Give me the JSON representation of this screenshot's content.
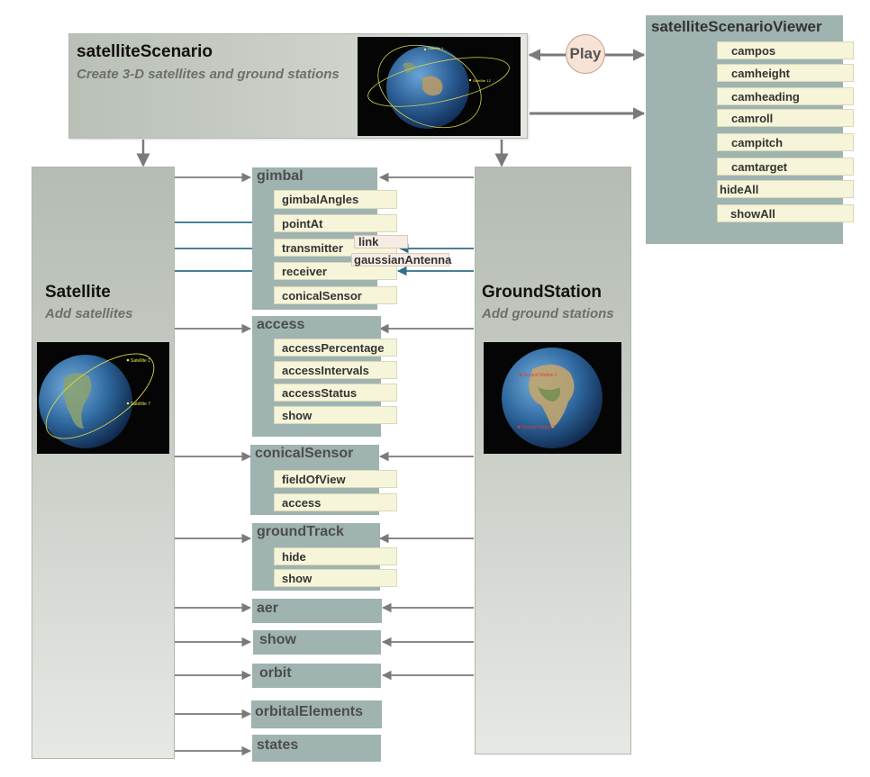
{
  "scenario": {
    "title": "satelliteScenario",
    "subtitle": "Create 3-D satellites and ground stations"
  },
  "play_label": "Play",
  "viewer": {
    "title": "satelliteScenarioViewer",
    "items": [
      "campos",
      "camheight",
      "camheading",
      "camroll",
      "campitch",
      "camtarget",
      "hideAll",
      "showAll"
    ]
  },
  "satellite": {
    "title": "Satellite",
    "subtitle": "Add satellites",
    "image_labels": [
      "Satellite 1",
      "Satellite 7"
    ]
  },
  "groundstation": {
    "title": "GroundStation",
    "subtitle": "Add ground stations",
    "image_labels": [
      "Ground Station 1",
      "Ground Station 2"
    ]
  },
  "scenario_image_labels": [
    "Satellite 1",
    "Satellite 12"
  ],
  "groups": {
    "gimbal": {
      "title": "gimbal",
      "items": [
        "gimbalAngles",
        "pointAt",
        "transmitter",
        "receiver",
        "conicalSensor"
      ]
    },
    "link_tag": "link",
    "gaussian_tag": "gaussianAntenna",
    "access": {
      "title": "access",
      "items": [
        "accessPercentage",
        "accessIntervals",
        "accessStatus",
        "show"
      ]
    },
    "conicalSensor": {
      "title": "conicalSensor",
      "items": [
        "fieldOfView",
        "access"
      ]
    },
    "groundTrack": {
      "title": "groundTrack",
      "items": [
        "hide",
        "show"
      ]
    },
    "aer": {
      "title": "aer"
    },
    "show": {
      "title": "show"
    },
    "orbit": {
      "title": "orbit"
    },
    "orbitalElements": {
      "title": "orbitalElements"
    },
    "states": {
      "title": "states"
    }
  },
  "colors": {
    "arrow_gray": "#7a7a7a",
    "arrow_blue": "#2e6f8a",
    "group_fill": "#9fb3b1",
    "item_fill": "#f6f5d9",
    "tag_fill": "#f7ece4",
    "play_fill": "#f7e2d6"
  }
}
